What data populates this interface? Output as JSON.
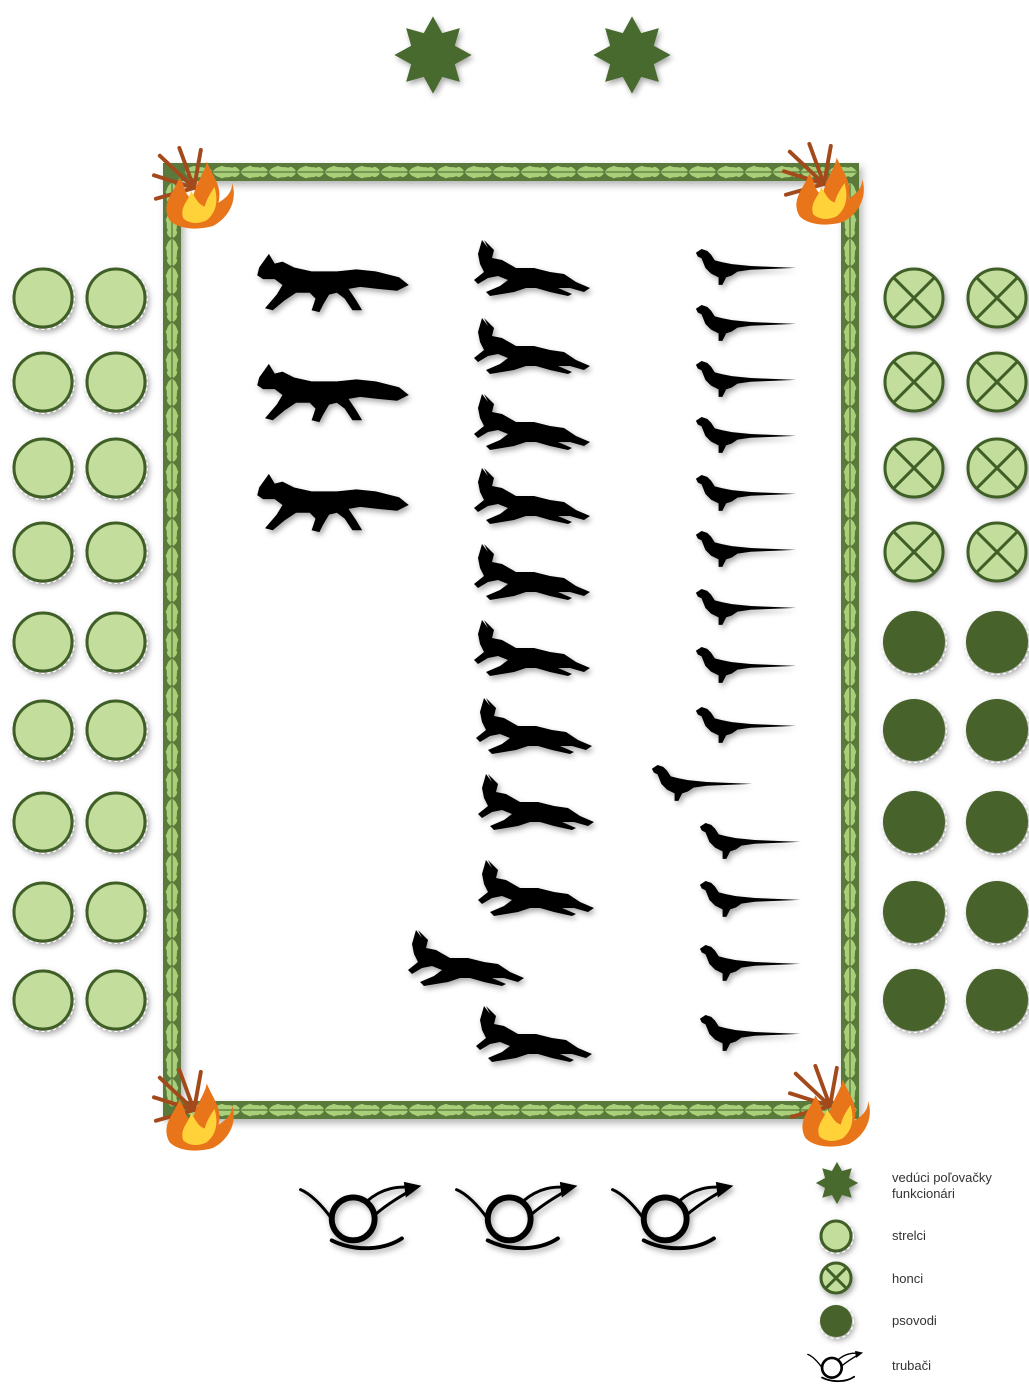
{
  "colors": {
    "leader": "#4a6a2e",
    "shooter_fill": "#c2dd9c",
    "shooter_ring": "#3f5f28",
    "beater_fill": "#c2dd9c",
    "beater_cross": "#3f5f28",
    "dog_handler": "#46622a",
    "frame_leaf_light": "#a9cf7a",
    "frame_leaf_dark": "#5a7a3a",
    "fire_outer": "#e8751a",
    "fire_inner": "#ffd23a",
    "fire_twigs": "#a34a1c",
    "game_silhouette": "#000000"
  },
  "counts": {
    "leaders": 2,
    "shooters": 18,
    "beaters": 8,
    "dog_handlers": 10,
    "foxes": 3,
    "hares": 11,
    "pheasants": 14,
    "horns": 3,
    "fires": 4
  },
  "legend": {
    "items": [
      {
        "icon": "star-icon",
        "label": "vedúci poľovačky",
        "label2": "funkcionári"
      },
      {
        "icon": "shooter-circle-icon",
        "label": "strelci"
      },
      {
        "icon": "beater-crossed-circle-icon",
        "label": "honci"
      },
      {
        "icon": "dog-handler-circle-icon",
        "label": "psovodi"
      },
      {
        "icon": "hunting-horn-icon",
        "label": "trubači"
      }
    ]
  }
}
